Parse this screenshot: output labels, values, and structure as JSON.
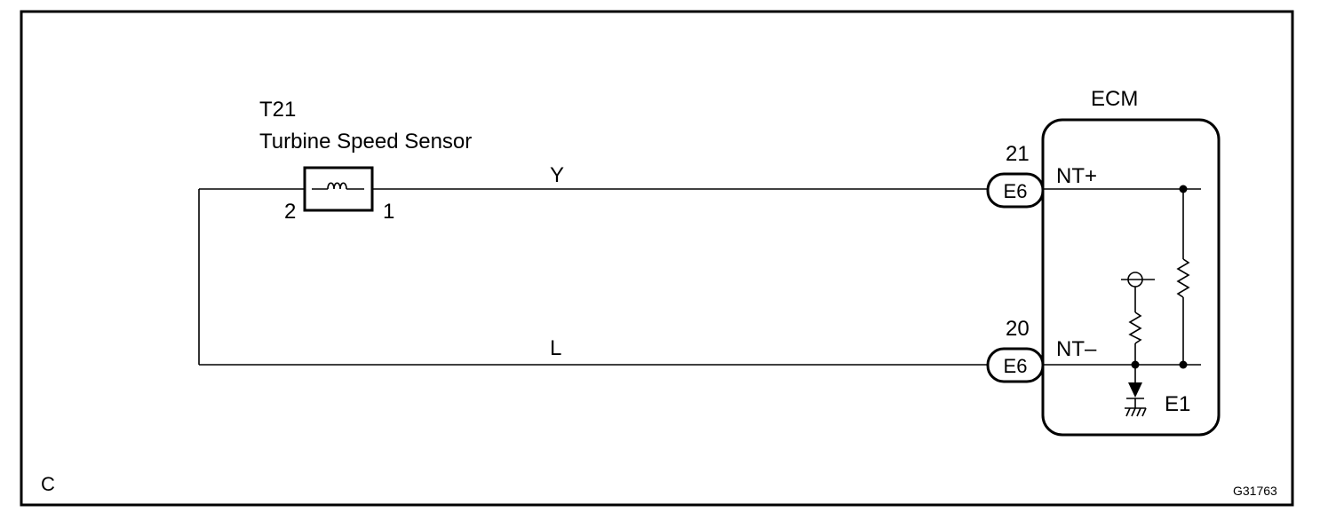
{
  "sensor": {
    "code": "T21",
    "name": "Turbine Speed Sensor",
    "pin_left": "2",
    "pin_right": "1"
  },
  "wires": {
    "top_color": "Y",
    "bottom_color": "L"
  },
  "ecm": {
    "title": "ECM",
    "top_pin_number": "21",
    "top_connector": "E6",
    "top_terminal": "NT+",
    "bottom_pin_number": "20",
    "bottom_connector": "E6",
    "bottom_terminal": "NT–",
    "ground_label": "E1"
  },
  "corner_letter": "C",
  "figure_code": "G31763",
  "colors": {
    "line": "#000000",
    "background": "#ffffff"
  }
}
